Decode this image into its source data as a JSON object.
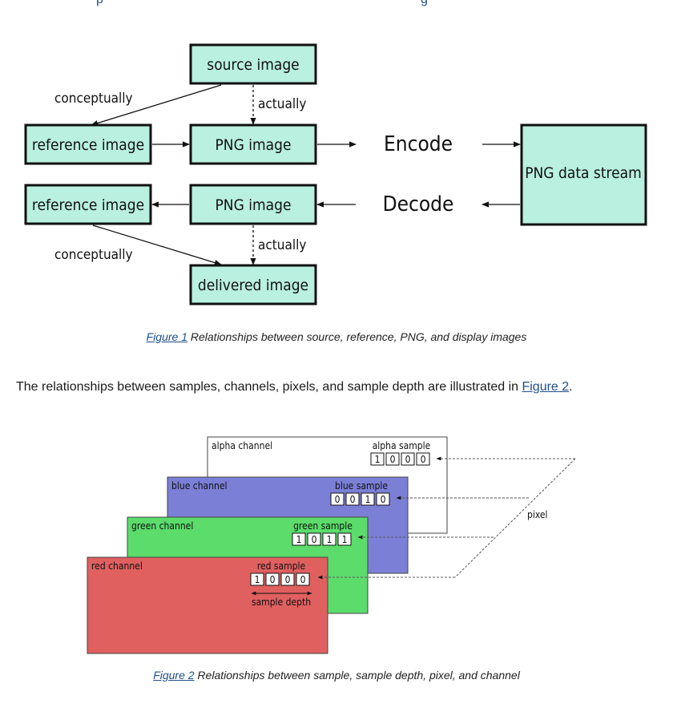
{
  "figure1": {
    "nodes": {
      "source": "source image",
      "ref_top": "reference image",
      "png_top": "PNG image",
      "ref_bottom": "reference image",
      "png_bottom": "PNG image",
      "delivered": "delivered image",
      "stream": "PNG data stream"
    },
    "labels": {
      "conceptually_top": "conceptually",
      "actually_top": "actually",
      "encode": "Encode",
      "decode": "Decode",
      "conceptually_bottom": "conceptually",
      "actually_bottom": "actually"
    },
    "caption_link": "Figure 1",
    "caption_text": " Relationships between source, reference, PNG, and display images"
  },
  "paragraph": {
    "text": "The relationships between samples, channels, pixels, and sample depth are illustrated in ",
    "link": "Figure 2",
    "suffix": "."
  },
  "figure2": {
    "channels": {
      "alpha": {
        "name": "alpha channel",
        "sample_label": "alpha sample",
        "bits": [
          "1",
          "0",
          "0",
          "0"
        ],
        "color": "#ffffff"
      },
      "blue": {
        "name": "blue channel",
        "sample_label": "blue sample",
        "bits": [
          "0",
          "0",
          "1",
          "0"
        ],
        "color": "#7b7fd6"
      },
      "green": {
        "name": "green channel",
        "sample_label": "green sample",
        "bits": [
          "1",
          "0",
          "1",
          "1"
        ],
        "color": "#5bdc6b"
      },
      "red": {
        "name": "red channel",
        "sample_label": "red sample",
        "bits": [
          "1",
          "0",
          "0",
          "0"
        ],
        "color": "#e06060"
      }
    },
    "pixel_label": "pixel",
    "sample_depth_label": "sample depth",
    "caption_link": "Figure 2",
    "caption_text": " Relationships between sample, sample depth, pixel, and channel"
  }
}
